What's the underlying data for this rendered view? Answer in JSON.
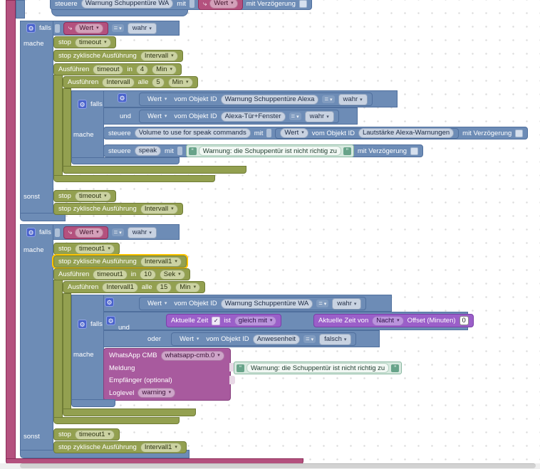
{
  "icons": {
    "gear": "⚙",
    "loop_arrow": "⤷",
    "check": "✓",
    "quote_open": "“",
    "quote_close": "”"
  },
  "labels": {
    "steuere": "steuere",
    "mit": "mit",
    "mit_verzoegerung": "mit Verzögerung",
    "falls": "falls",
    "mache": "mache",
    "sonst": "sonst",
    "stop": "stop",
    "stop_zyklische": "stop zyklische Ausführung",
    "ausfuehren": "Ausführen",
    "in_": "in",
    "alle": "alle",
    "und": "und",
    "oder": "oder",
    "wert": "Wert",
    "vom_objekt_id": "vom Objekt ID",
    "gleich": "=",
    "wahr": "wahr",
    "falsch": "falsch",
    "aktuelle_zeit": "Aktuelle Zeit",
    "ist": "ist",
    "gleich_mit": "gleich mit",
    "aktuelle_zeit_von": "Aktuelle Zeit von",
    "offset_minuten": "Offset (Minuten)",
    "whatsapp_cmb": "WhatsApp CMB",
    "meldung": "Meldung",
    "empfaenger": "Empfänger (optional)",
    "loglevel": "Loglevel",
    "speak": "speak"
  },
  "values": {
    "obj_warnung_wa": "Warnung Schuppentüre WA",
    "obj_warnung_alexa": "Warnung Schuppentüre Alexa",
    "obj_alexa_tuer_fenster": "Alexa-Tür+Fenster",
    "obj_volume": "Volume to use for speak commands",
    "obj_lautstaerke": "Lautstärke Alexa-Warnungen",
    "obj_anwesenheit": "Anwesenheit",
    "timeout": "timeout",
    "timeout1": "timeout1",
    "intervall": "Intervall",
    "intervall1": "Intervall1",
    "n4": "4",
    "n5": "5",
    "n10": "10",
    "n15": "15",
    "n0": "0",
    "min": "Min",
    "sek": "Sek",
    "nacht": "Nacht",
    "message": "Warnung: die Schuppentür ist nicht richtig zu",
    "whatsapp_instance": "whatsapp-cmb.0",
    "log_warning": "warning"
  },
  "colors": {
    "block_blue": "#6d8cb6",
    "block_green": "#93a050",
    "block_pink": "#b4517e",
    "block_purple": "#9b5fc9",
    "block_mauve": "#a85a9e",
    "highlight": "#fdc300",
    "string_teal": "#67a389"
  }
}
